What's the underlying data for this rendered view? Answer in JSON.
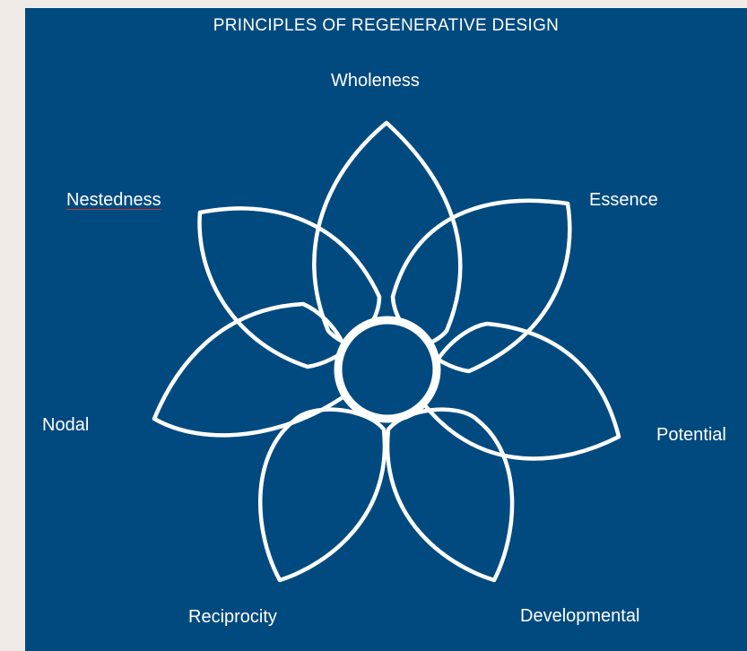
{
  "diagram": {
    "title": "PRINCIPLES OF REGENERATIVE DESIGN",
    "principles": [
      "Wholeness",
      "Essence",
      "Potential",
      "Developmental",
      "Reciprocity",
      "Nodal",
      "Nestedness"
    ],
    "colors": {
      "page_background": "#f1ebe8",
      "panel_background": "#004a7f",
      "line": "#ffffff",
      "spellcheck_underline": "#c0392b"
    }
  }
}
